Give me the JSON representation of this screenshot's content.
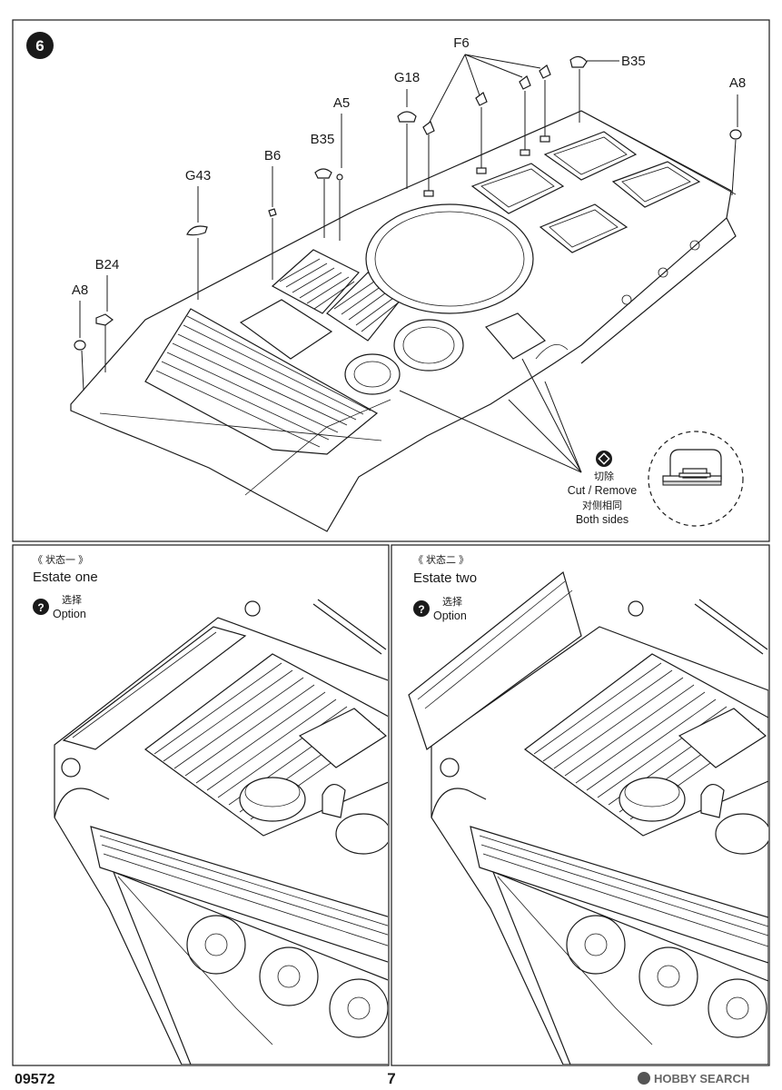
{
  "step": {
    "number": "6"
  },
  "parts": {
    "f6": "F6",
    "b35_top": "B35",
    "a8_right": "A8",
    "g18": "G18",
    "a5": "A5",
    "b35_mid": "B35",
    "b6": "B6",
    "g43": "G43",
    "b24": "B24",
    "a8_left": "A8"
  },
  "cut_note": {
    "cn": "切除",
    "en": "Cut / Remove",
    "cn2": "对侧相同",
    "en2": "Both sides"
  },
  "panels": {
    "left": {
      "title_cn": "《 状态一 》",
      "title_en": "Estate one",
      "option_cn": "选择",
      "option_en": "Option",
      "option_icon": "?"
    },
    "right": {
      "title_cn": "《 状态二 》",
      "title_en": "Estate two",
      "option_cn": "选择",
      "option_en": "Option",
      "option_icon": "?"
    }
  },
  "footer": {
    "code": "09572",
    "page": "7",
    "watermark": "HOBBY SEARCH"
  }
}
